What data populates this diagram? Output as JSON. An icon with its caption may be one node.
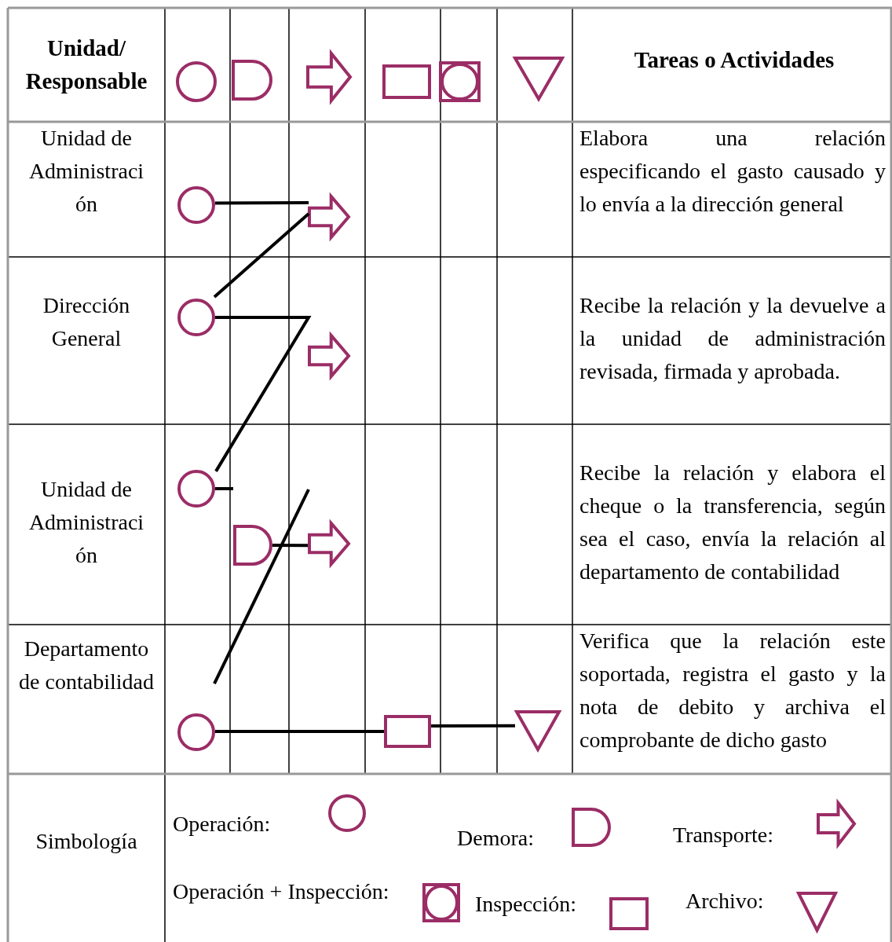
{
  "diagram": {
    "nodes": [
      {
        "text": [],
        "shape": "circle"
      },
      {
        "text": [],
        "shape": "delay"
      },
      {
        "text": [],
        "shape": "arrow"
      },
      {
        "text": [],
        "shape": "box"
      },
      {
        "text": [],
        "shape": "boxed-circle"
      },
      {
        "text": [],
        "shape": "triangle"
      },
      {
        "text": [],
        "shape": "circle"
      },
      {
        "text": [],
        "shape": "arrow"
      },
      {
        "text": [],
        "shape": "circle"
      },
      {
        "text": [],
        "shape": "arrow"
      },
      {
        "text": [],
        "shape": "circle"
      },
      {
        "text": [],
        "shape": "delay"
      },
      {
        "text": [],
        "shape": "arrow"
      },
      {
        "text": [],
        "shape": "circle"
      },
      {
        "text": [],
        "shape": "box"
      },
      {
        "text": [],
        "shape": "triangle"
      }
    ],
    "edges": [
      {
        "from": 6,
        "to": 7,
        "arrow": "none"
      },
      {
        "from": 7,
        "to": 8,
        "arrow": "none"
      },
      {
        "from": 8,
        "to": 10,
        "arrow": "none"
      },
      {
        "from": 10,
        "to": null,
        "arrow": "none"
      },
      {
        "from": 11,
        "to": 12,
        "arrow": "none"
      },
      {
        "from": null,
        "to": 13,
        "arrow": "none"
      },
      {
        "from": 13,
        "to": 14,
        "arrow": "none"
      },
      {
        "from": 14,
        "to": 15,
        "arrow": "none"
      }
    ],
    "labels": [
      "Unidad/ Responsable",
      "Tareas o Actividades",
      "Unidad de Administraci ón",
      "Elabora una relación especificando el gasto causado y lo envía a la dirección general",
      "Dirección General",
      "Recibe la relación y la devuelve a la unidad de administración revisada, firmada y aprobada.",
      "Unidad de Administraci ón",
      "Recibe la relación y elabora el cheque o la transferencia, según sea el caso, envía la relación al departamento de contabilidad",
      "Departamento de contabilidad",
      "Verifica que la relación este soportada, registra el gasto y la nota de debito y archiva el comprobante de dicho gasto",
      "Simbología"
    ],
    "legend": [
      {
        "text": "Operación:"
      },
      {
        "text": "Demora:"
      },
      {
        "text": "Transporte:"
      },
      {
        "text": "Operación + Inspección:"
      },
      {
        "text": "Inspección:"
      },
      {
        "text": "Archivo:"
      }
    ]
  }
}
